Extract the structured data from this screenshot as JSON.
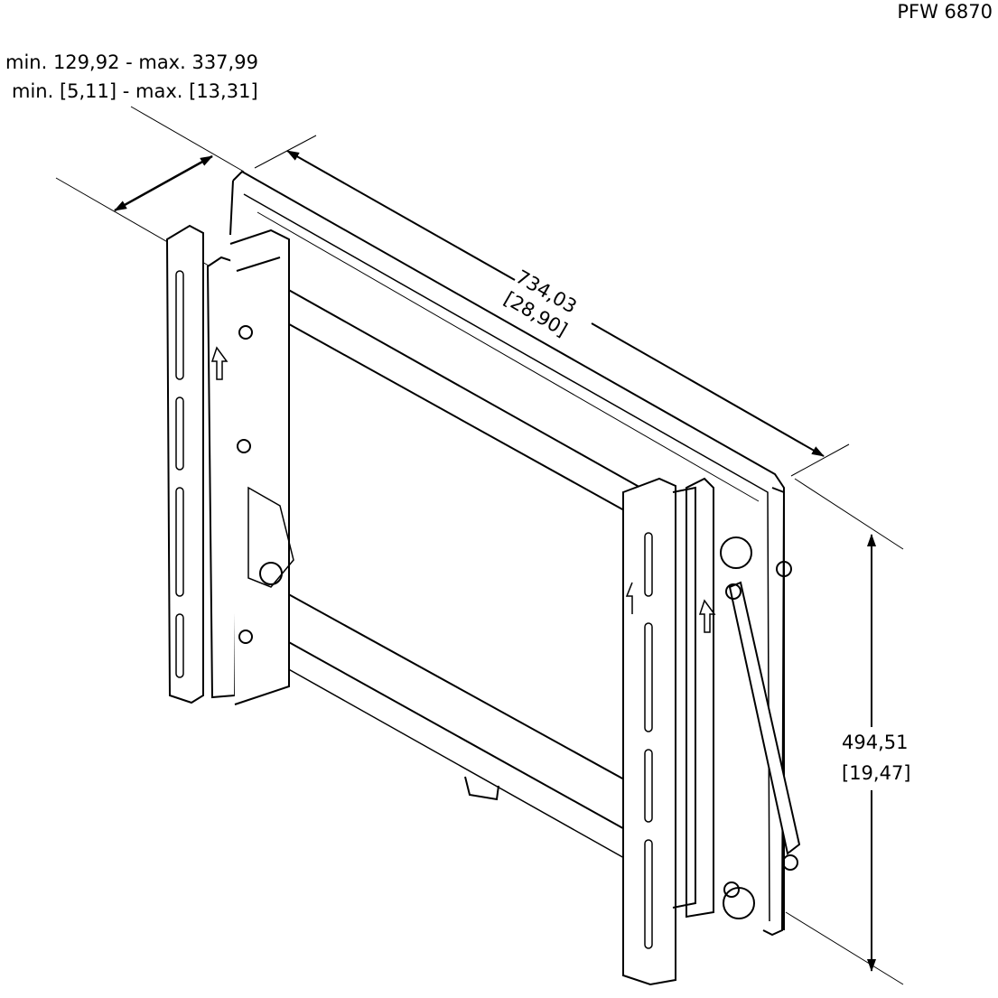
{
  "model": "PFW 6870",
  "depth_dimension": {
    "mm": "min. 129,92 - max. 337,99",
    "inch": "min. [5,11] - max. [13,31]"
  },
  "width_dimension": {
    "mm": "734,03",
    "inch": "[28,90]"
  },
  "height_dimension": {
    "mm": "494,51",
    "inch": "[19,47]"
  }
}
